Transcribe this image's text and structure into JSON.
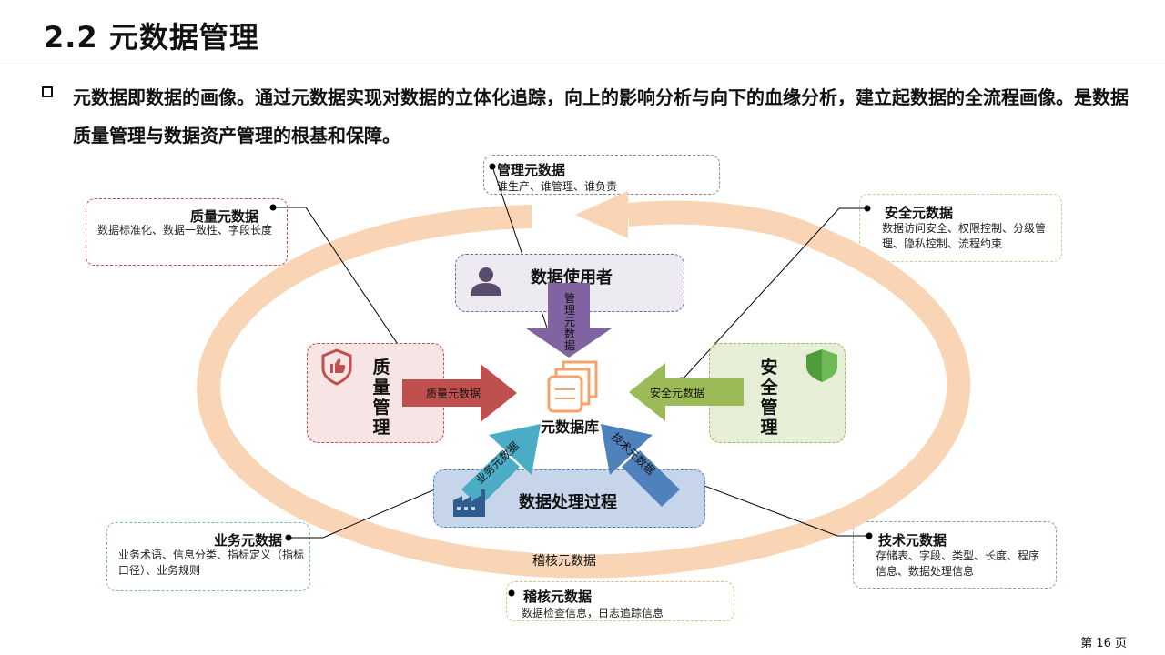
{
  "slide": {
    "title": "2.2 元数据管理",
    "intro": "元数据即数据的画像。通过元数据实现对数据的立体化追踪，向上的影响分析与向下的血缘分析，建立起数据的全流程画像。是数据质量管理与数据资产管理的根基和保障。",
    "page_number": "第 16 页"
  },
  "colors": {
    "cycle": "#f9d5b5",
    "quality": "#c0504d",
    "security": "#9bbb59",
    "user": "#8064a2",
    "process": "#4f81bd",
    "db_icon": "#f4a46a"
  },
  "icons": {
    "user": "user-icon",
    "quality": "shield-thumb-icon",
    "security": "shield-check-icon",
    "process": "factory-icon",
    "database": "database-stack-icon"
  },
  "center": {
    "label": "元数据库"
  },
  "panels": {
    "user": "数据使用者",
    "quality": "质量管理",
    "security": "安全管理",
    "process": "数据处理过程"
  },
  "arrows": {
    "management": "管理元数据",
    "quality": "质量元数据",
    "security": "安全元数据",
    "business": "业务元数据",
    "technical": "技术元数据",
    "audit": "稽核元数据"
  },
  "callouts": {
    "management": {
      "title": "管理元数据",
      "desc": "谁生产、谁管理、谁负责"
    },
    "quality": {
      "title": "质量元数据",
      "desc": "数据标准化、数据一致性、字段长度"
    },
    "security": {
      "title": "安全元数据",
      "desc": "数据访问安全、权限控制、分级管理、隐私控制、流程约束"
    },
    "business": {
      "title": "业务元数据",
      "desc": "业务术语、信息分类、指标定义（指标口径）、业务规则"
    },
    "technical": {
      "title": "技术元数据",
      "desc": "存储表、字段、类型、长度、程序信息、数据处理信息"
    },
    "audit": {
      "title": "稽核元数据",
      "desc": "数据检查信息，日志追踪信息"
    }
  }
}
